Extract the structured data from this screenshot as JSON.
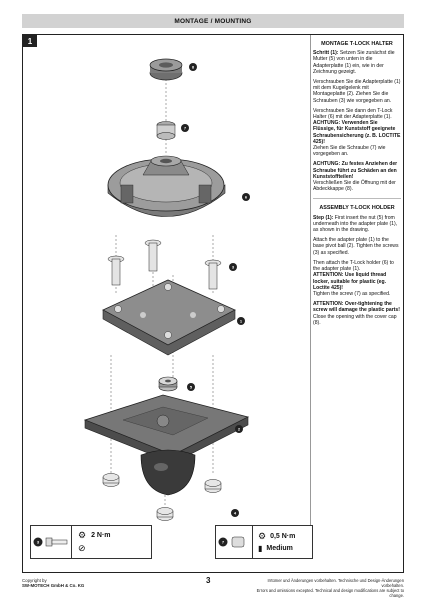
{
  "header": {
    "title": "MONTAGE / MOUNTING"
  },
  "step": {
    "number": "1"
  },
  "callouts": [
    "8",
    "7",
    "6",
    "3",
    "1",
    "5",
    "2",
    "4"
  ],
  "de": {
    "title": "MONTAGE T-LOCK HALTER",
    "p1_bold": "Schritt (1):",
    "p1": "Setzen Sie zunächst die Mutter (5) von unten in die Adapterplatte (1) ein, wie in der Zeichnung gezeigt.",
    "p2": "Verschrauben Sie die Adapterplatte (1) mit dem Kugelgelenk mit Montageplatte (2). Ziehen Sie die Schrauben (3) wie vorgegeben an.",
    "p3": "Verschrauben Sie dann den T-Lock Halter (6) mit der Adapterplatte (1).",
    "p3_warn": "ACHTUNG: Verwenden Sie Flüssige, für Kunststoff geeignete Schraubensicherung (z. B. LOCTITE 425)!",
    "p3b": "Ziehen Sie die Schraube (7) wie vorgegeben an.",
    "p4_warn": "ACHTUNG: Zu festes Anziehen der Schraube führt zu Schäden an den Kunststoffteilen!",
    "p4": "Verschließen Sie die Öffnung mit der Abdeckkappe (8)."
  },
  "en": {
    "title": "ASSEMBLY T-LOCK HOLDER",
    "p1_bold": "Step (1):",
    "p1": "First insert the nut (5) from underneath into the adapter plate (1), as shown in the drawing.",
    "p2": "Attach the adapter plate (1) to the base pivot ball (2). Tighten the screws (3) as specified.",
    "p3": "Then attach the T-Lock holder (6) to the adapter plate (1).",
    "p3_warn": "ATTENTION: Use liquid thread locker, suitable for plastic (eg. Loctite 425)!",
    "p3b": "Tighten the screw (7) as specified.",
    "p4_warn": "ATTENTION: Over-tightening the screw will damage the plastic parts!",
    "p4": "Close the opening with the cover cap (8)."
  },
  "spec1": {
    "item": "3",
    "torque": "2 N·m"
  },
  "spec2": {
    "item": "7",
    "torque": "0,5 N·m",
    "locker": "Medium"
  },
  "footer": {
    "copyright1": "Copyright by",
    "copyright2": "SW-MOTECH GmbH & Co. KG",
    "page": "3",
    "note_de": "Irrtümer und Änderungen vorbehalten. Technische und Design-Änderungen vorbehalten.",
    "note_en": "Errors and omissions excepted. Technical and design modifications are subject to change."
  }
}
